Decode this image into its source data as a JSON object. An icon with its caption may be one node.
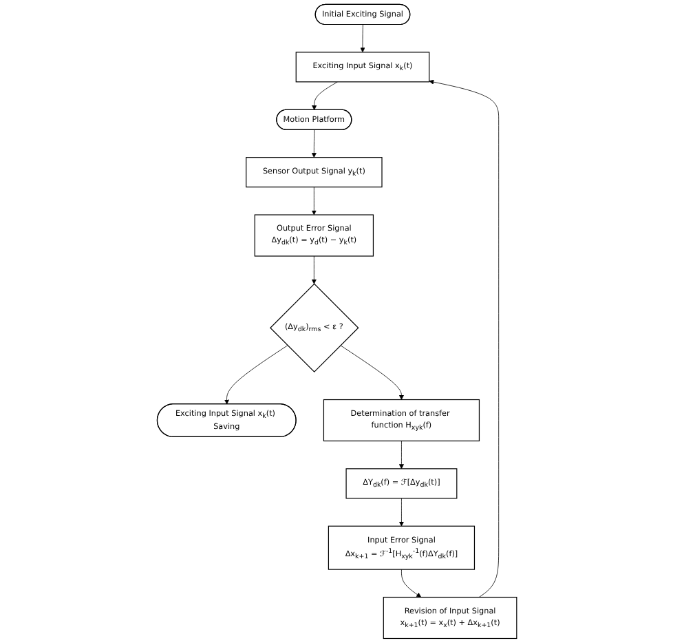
{
  "diagram": {
    "nodes": [
      {
        "text": [
          "Initial Exciting Signal"
        ]
      },
      {
        "text": [
          "Exciting Input Signal x$_{k}$(t)"
        ]
      },
      {
        "text": [
          "Motion Platform"
        ]
      },
      {
        "text": [
          "Sensor Output Signal y$_{k}$(t)"
        ]
      },
      {
        "text": [
          "Output Error Signal",
          "Δy$_{dk}$(t) = y$_{d}$(t) − y$_{k}$(t)"
        ]
      },
      {
        "text": [
          "(Δy$_{dk}$)$_{rms}$ < ε ?"
        ]
      },
      {
        "text": [
          "Exciting Input Signal x$_{k}$(t) Saving"
        ]
      },
      {
        "text": [
          "Determination of transfer function H$_{xyk}$(f)"
        ]
      },
      {
        "text": [
          "ΔY$_{dk}$(f) = ℱ[Δy$_{dk}$(t)]"
        ]
      },
      {
        "text": [
          "Input Error Signal",
          "Δx$_{k+1}$ = ℱ$^{-1}$[H$_{xyk}$$^{-1}$(f)ΔY$_{dk}$(f)]"
        ]
      },
      {
        "text": [
          "Revision of Input Signal",
          "x$_{k+1}$(t) = x$_{x}$(t) + Δx$_{k+1}$(t)"
        ]
      }
    ],
    "edges": [
      {
        "from": 0,
        "to": 1,
        "arrow": "to"
      },
      {
        "from": 10,
        "to": 1,
        "arrow": "to"
      },
      {
        "from": 1,
        "to": 2,
        "arrow": "to"
      },
      {
        "from": 2,
        "to": 3,
        "arrow": "to"
      },
      {
        "from": 3,
        "to": 4,
        "arrow": "to"
      },
      {
        "from": 4,
        "to": 5,
        "arrow": "to"
      },
      {
        "from": 5,
        "to": 6,
        "arrow": "to"
      },
      {
        "from": 5,
        "to": 7,
        "arrow": "to"
      },
      {
        "from": 7,
        "to": 8,
        "arrow": "to"
      },
      {
        "from": 8,
        "to": 9,
        "arrow": "to"
      },
      {
        "from": 9,
        "to": 10,
        "arrow": "to"
      }
    ]
  }
}
